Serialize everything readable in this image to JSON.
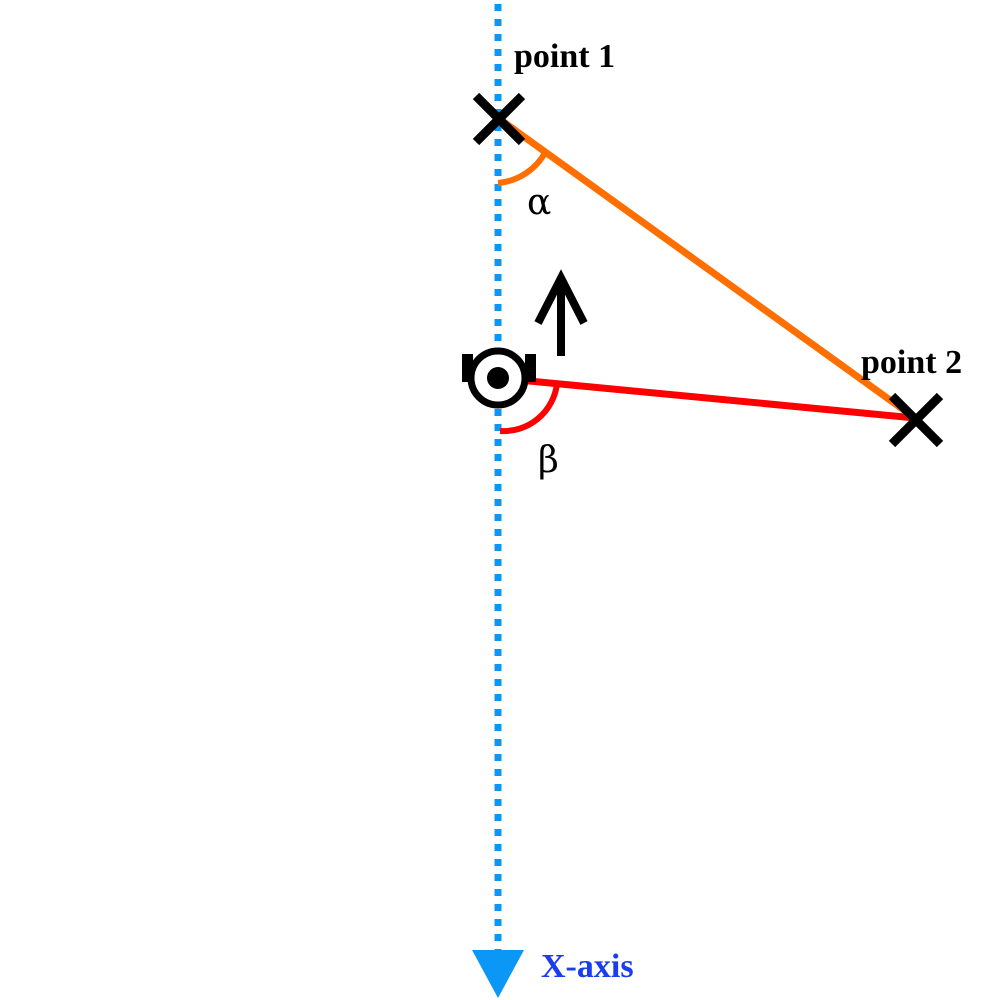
{
  "labels": {
    "point1": "point 1",
    "point2": "point 2",
    "alpha": "α",
    "beta": "β",
    "axis": "X-axis"
  },
  "colors": {
    "axis": "#0A97F5",
    "axis_label": "#1B3DF0",
    "line_point1": "#FF6F00",
    "line_point2": "#FF0000",
    "markers": "#000000"
  },
  "icons": {
    "point_marker": "cross-icon",
    "robot": "robot-icon",
    "heading": "up-arrow-icon"
  }
}
